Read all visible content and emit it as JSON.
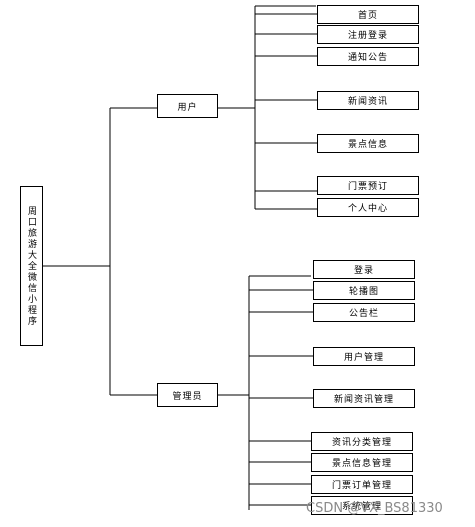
{
  "root": {
    "label": "周口旅游大全微信小程序"
  },
  "branches": [
    {
      "label": "用户",
      "children": [
        "首页",
        "注册登录",
        "通知公告",
        "新闻资讯",
        "景点信息",
        "门票预订",
        "个人中心"
      ]
    },
    {
      "label": "管理员",
      "children": [
        "登录",
        "轮播图",
        "公告栏",
        "用户管理",
        "新闻资讯管理",
        "资讯分类管理",
        "景点信息管理",
        "门票订单管理",
        "系统管理"
      ]
    }
  ],
  "watermark": "CSDN @VX_BS81330"
}
